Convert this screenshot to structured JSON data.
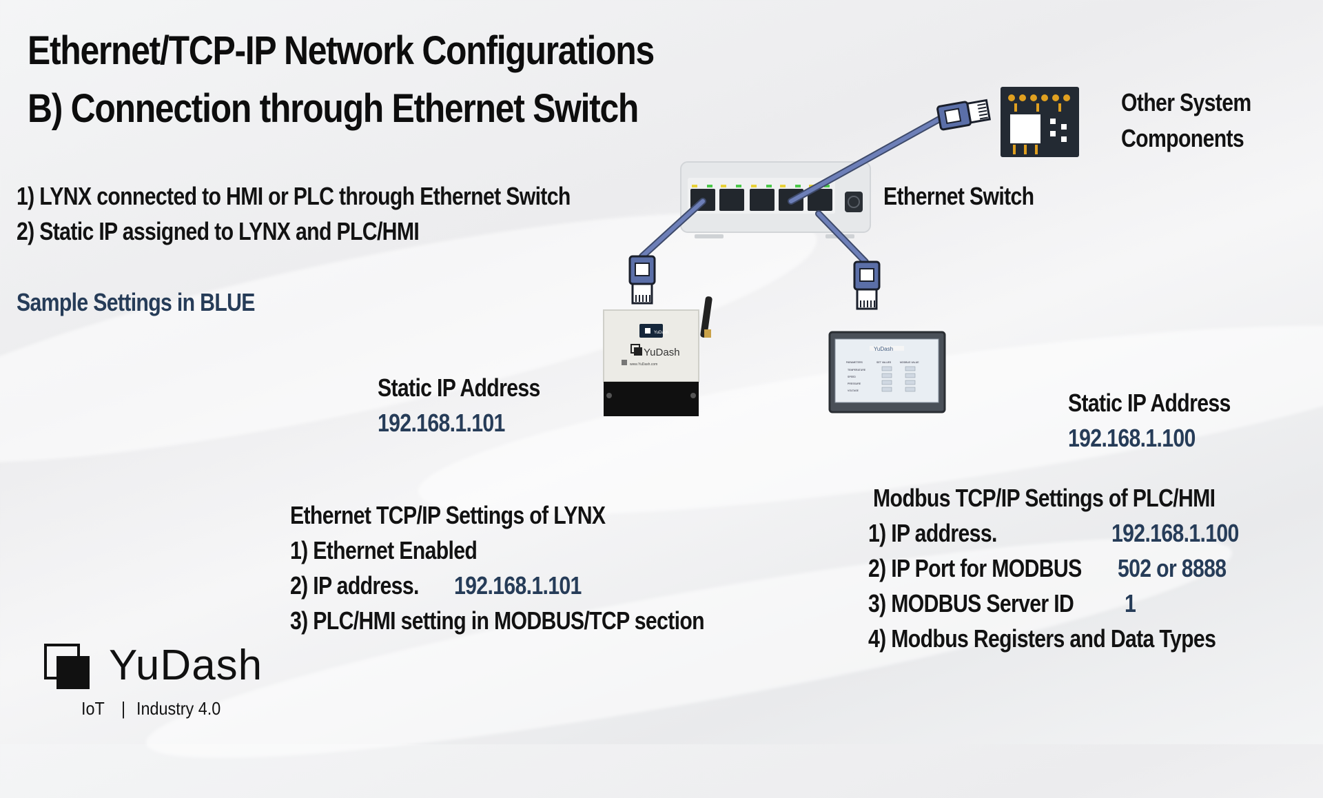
{
  "title": {
    "line1": "Ethernet/TCP-IP Network Configurations",
    "line2": "B) Connection through Ethernet Switch"
  },
  "intro": {
    "item1": "1) LYNX connected to HMI or PLC  through Ethernet Switch",
    "item2": "2) Static IP assigned to LYNX and PLC/HMI",
    "sample_note": "Sample Settings in BLUE"
  },
  "diagram": {
    "switch_label": "Ethernet Switch",
    "other_components_line1": "Other System",
    "other_components_line2": "Components",
    "lynx_device_brand": "YuDash",
    "lynx_device_tag": "YuDash",
    "lynx_device_url": "www.YuDash.com",
    "hmi_brand": "YuDash",
    "hmi_table_headers": [
      "PARAMETERS",
      "SET VALUES",
      "MODBUS VALUE"
    ],
    "hmi_table_rows": [
      "TEMPERATURE",
      "SPEED",
      "PRESSURE",
      "VOLTAGE"
    ]
  },
  "lynx_ip": {
    "label": "Static IP Address",
    "value": "192.168.1.101"
  },
  "plc_ip": {
    "label": "Static IP Address",
    "value": "192.168.1.100"
  },
  "lynx_settings": {
    "heading": "Ethernet TCP/IP Settings of LYNX",
    "item1": "1) Ethernet Enabled",
    "item2_label": "2) IP address.",
    "item2_value": "192.168.1.101",
    "item3": "3) PLC/HMI setting in MODBUS/TCP section"
  },
  "plc_settings": {
    "heading": "Modbus TCP/IP Settings of PLC/HMI",
    "item1_label": "1) IP address.",
    "item1_value": "192.168.1.100",
    "item2_label": "2) IP Port for MODBUS",
    "item2_value": "502 or 8888",
    "item3_label": "3) MODBUS Server ID",
    "item3_value": "1",
    "item4": "4) Modbus Registers and Data Types"
  },
  "logo": {
    "name": "YuDash",
    "tagline_left": "IoT",
    "tagline_sep": "|",
    "tagline_right": "Industry 4.0"
  },
  "colors": {
    "accent_blue": "#263c58",
    "cable": "#5b6fa8",
    "text": "#111111"
  }
}
